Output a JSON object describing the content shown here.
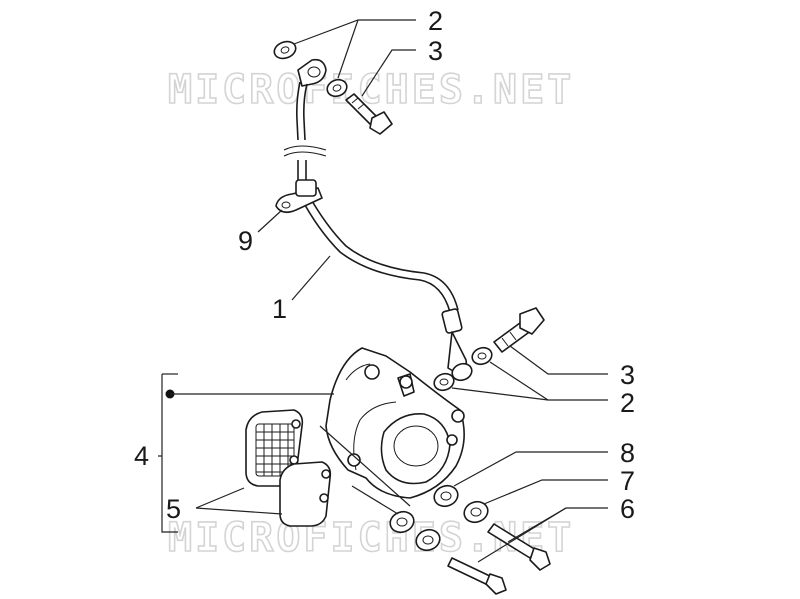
{
  "watermarks": [
    "MICROFICHES.NET",
    "MICROFICHES.NET"
  ],
  "callouts": {
    "c1": "1",
    "c2_top": "2",
    "c2_mid": "2",
    "c3_top": "3",
    "c3_mid": "3",
    "c4": "4",
    "c5": "5",
    "c6": "6",
    "c7": "7",
    "c8": "8",
    "c9": "9"
  }
}
